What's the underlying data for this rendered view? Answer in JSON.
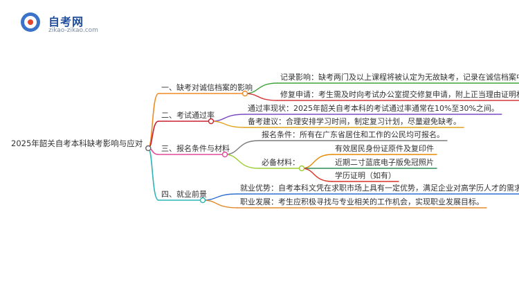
{
  "header": {
    "logo_text": "自考网",
    "logo_url": "zikao-zikao.com"
  },
  "diagram": {
    "root": "2025年韶关自考本科缺考影响与应对",
    "branches": [
      {
        "label": "一、缺考对诚信档案的影响",
        "color": "#f08a24",
        "children": [
          {
            "label": "记录影响：缺考两门及以上课程将被认定为无故缺考，记录在诚信档案中。",
            "color": "#3fa33a"
          },
          {
            "label": "修复申请：考生需及时向考试办公室提交修复申请，附上正当理由证明材料。",
            "color": "#d43a3a"
          }
        ]
      },
      {
        "label": "二、考试通过率",
        "color": "#c8202e",
        "children": [
          {
            "label": "通过率现状：2025年韶关自考本科的考试通过率通常在10%至30%之间。",
            "color": "#7b4bc4"
          },
          {
            "label": "备考建议：合理安排学习时间，制定复习计划，尽量避免缺考。",
            "color": "#e0a11b"
          }
        ]
      },
      {
        "label": "三、报名条件与材料",
        "color": "#e0499a",
        "children": [
          {
            "label": "报名条件：所有在广东省居住和工作的公民均可报名。",
            "color": "#7a7a7a"
          },
          {
            "label": "必备材料：",
            "color": "#9acd32",
            "children": [
              {
                "label": "有效居民身份证原件及复印件",
                "color": "#e68a00"
              },
              {
                "label": "近期二寸蓝底电子版免冠照片",
                "color": "#2e8b57"
              },
              {
                "label": "学历证明（如有）",
                "color": "#d93025"
              }
            ]
          }
        ]
      },
      {
        "label": "四、就业前景",
        "color": "#2bb5b8",
        "children": [
          {
            "label": "就业优势：自考本科文凭在求职市场上具有一定优势，满足企业对高学历人才的需求。",
            "color": "#2f6fd0"
          },
          {
            "label": "职业发展：考生应积极寻找与专业相关的工作机会，实现职业发展目标。",
            "color": "#e38a2a"
          }
        ]
      }
    ]
  }
}
